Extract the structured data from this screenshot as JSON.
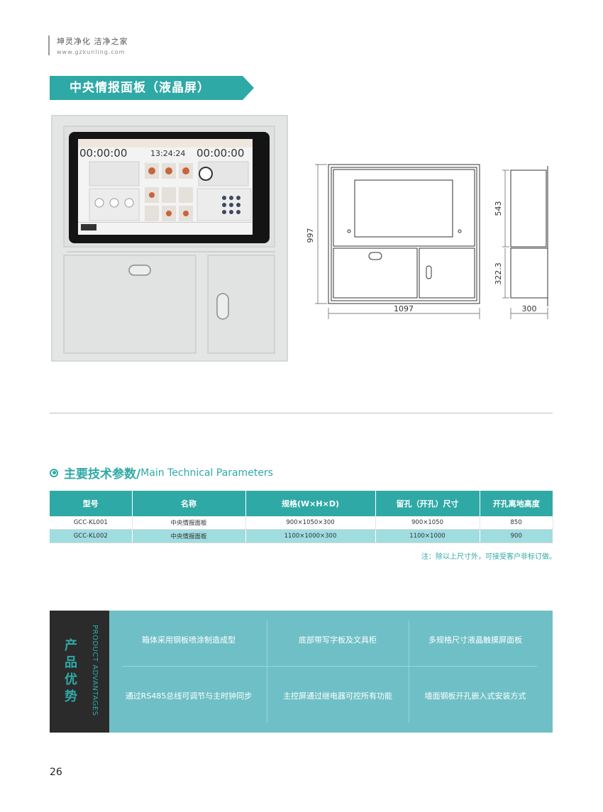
{
  "header": {
    "brand_line1": "坤灵净化  洁净之家",
    "brand_line2": "www.gzkunling.com"
  },
  "product": {
    "title": "中央情报面板（液晶屏）"
  },
  "screen": {
    "clock_left": "00:00:00",
    "clock_center": "13:24:24",
    "clock_right": "00:00:00"
  },
  "drawing": {
    "dim_height": "997",
    "dim_width": "1097",
    "dim_upper": "543",
    "dim_lower": "322.3",
    "dim_depth": "300"
  },
  "params": {
    "title_zh": "主要技术参数/",
    "title_en": "Main Technical Parameters",
    "columns": [
      "型号",
      "名称",
      "规格(W×H×D)",
      "留孔（开孔）尺寸",
      "开孔离地高度"
    ],
    "rows": [
      [
        "GCC-KL001",
        "中央情报面板",
        "900×1050×300",
        "900×1050",
        "850"
      ],
      [
        "GCC-KL002",
        "中央情报面板",
        "1100×1000×300",
        "1100×1000",
        "900"
      ]
    ],
    "note": "注：除以上尺寸外，可接受客户非标订做。"
  },
  "advantages": {
    "title_zh": "产品优势",
    "title_en": "PRODUCT ADVANTAGES",
    "items": [
      "箱体采用钢板喷涂制造成型",
      "底部带写字板及文具柜",
      "多规格尺寸液晶触摸屏面板",
      "通过RS485总线可调节与主时钟同步",
      "主控屏通过继电器可控所有功能",
      "墙面钢板开孔嵌入式安装方式"
    ]
  },
  "page_number": "26",
  "colors": {
    "accent": "#2fa9a6",
    "band": "#6fc0c6",
    "dark": "#2b2b2b",
    "row_alt": "#9fdde0"
  }
}
